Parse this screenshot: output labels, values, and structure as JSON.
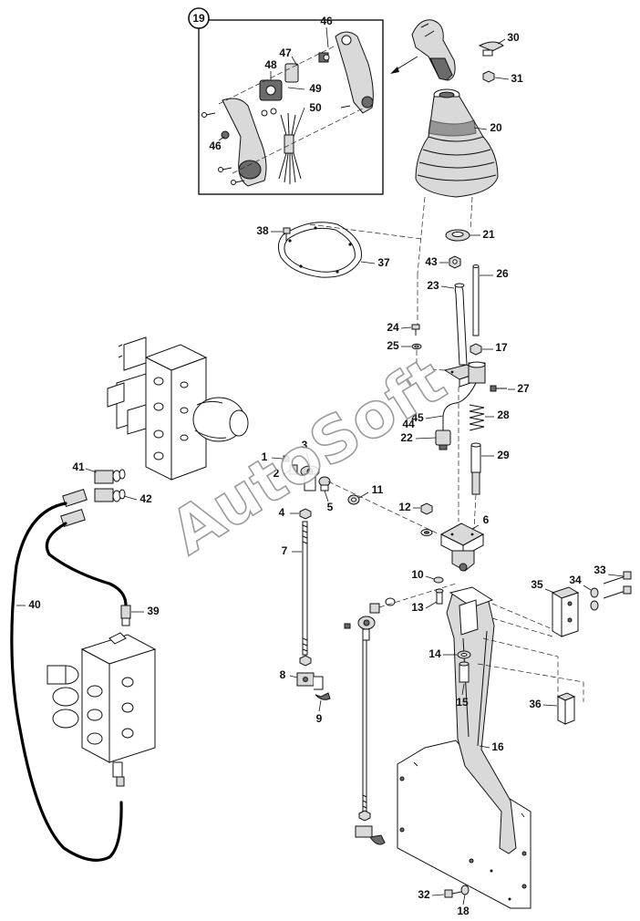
{
  "watermark": "AutoSoft",
  "callouts": {
    "c19": "19",
    "c46a": "46",
    "c47": "47",
    "c48": "48",
    "c49": "49",
    "c50": "50",
    "c46b": "46",
    "c30": "30",
    "c31": "31",
    "c20": "20",
    "c21": "21",
    "c38": "38",
    "c37": "37",
    "c43": "43",
    "c26": "26",
    "c23": "23",
    "c24": "24",
    "c25": "25",
    "c17": "17",
    "c27": "27",
    "c45": "45",
    "c44": "44",
    "c22": "22",
    "c28": "28",
    "c29": "29",
    "c1": "1",
    "c2": "2",
    "c3": "3",
    "c5": "5",
    "c11": "11",
    "c4": "4",
    "c12": "12",
    "c6": "6",
    "c41": "41",
    "c42": "42",
    "c7": "7",
    "c10": "10",
    "c13": "13",
    "c33": "33",
    "c34": "34",
    "c35": "35",
    "c40": "40",
    "c39": "39",
    "c14": "14",
    "c15": "15",
    "c8": "8",
    "c9": "9",
    "c36": "36",
    "c16": "16",
    "c32": "32",
    "c18": "18"
  },
  "colors": {
    "line": "#111111",
    "fill_light": "#d9d9d9",
    "fill_dark": "#6b6b6b",
    "watermark_stroke": "#8a8a8a"
  }
}
